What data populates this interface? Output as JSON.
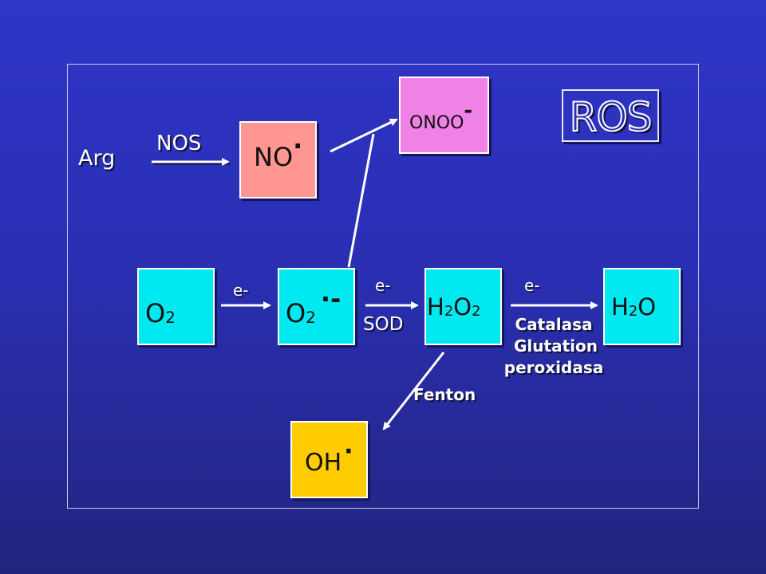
{
  "title": "ROS",
  "nodes": {
    "arg": "Arg",
    "no_base": "NO",
    "no_radical": "·",
    "onoo_base": "ONOO",
    "onoo_charge": "-",
    "o2_base": "O",
    "o2_sub": "2",
    "superoxide_base": "O",
    "superoxide_sub": "2",
    "superoxide_charge": "·-",
    "h2o2_h": "H",
    "h2o2_sub1": "2",
    "h2o2_o": "O",
    "h2o2_sub2": "2",
    "h2o_h": "H",
    "h2o_sub": "2",
    "h2o_o": "O",
    "oh_base": "OH",
    "oh_radical": "·"
  },
  "labels": {
    "nos": "NOS",
    "e1": "e-",
    "e2": "e-",
    "e3": "e-",
    "sod": "SOD",
    "enzymes": [
      "Catalasa",
      "Glutation",
      "peroxidasa"
    ],
    "fenton": "Fenton"
  },
  "colors": {
    "cyan_box": "#00e8f0",
    "pink_box": "#f082e6",
    "salmon_box": "#ff9691",
    "yellow_box": "#ffcc00"
  }
}
